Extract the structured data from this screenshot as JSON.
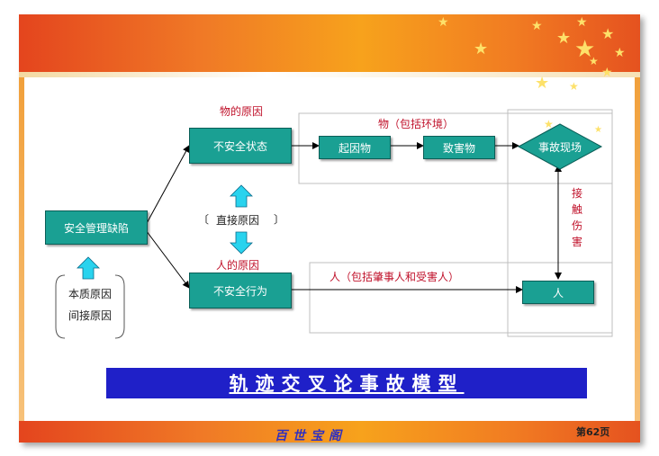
{
  "diagram": {
    "nodes": {
      "mgmt_defect": "安全管理缺陷",
      "unsafe_state": "不安全状态",
      "unsafe_act": "不安全行为",
      "initiating_object": "起因物",
      "harmful_object": "致害物",
      "accident_scene": "事故现场",
      "person": "人"
    },
    "labels": {
      "object_cause": "物的原因",
      "person_cause": "人的原因",
      "direct_cause": "直接原因",
      "essential_cause": "本质原因",
      "indirect_cause": "间接原因",
      "object_env": "物（包括环境）",
      "person_detail": "人（包括肇事人和受害人）",
      "contact_injury": [
        "接",
        "触",
        "伤",
        "害"
      ]
    },
    "brackets": {
      "left": "〔",
      "right": "〕"
    },
    "title": "轨迹交叉论事故模型"
  },
  "footer": {
    "page": "第62页",
    "logo": "百世宝阁"
  },
  "colors": {
    "box_fill": "#1aa093",
    "title_bar": "#1f20c8",
    "label_red": "#c0122b",
    "arrow_cyan": "#29d3ee"
  }
}
